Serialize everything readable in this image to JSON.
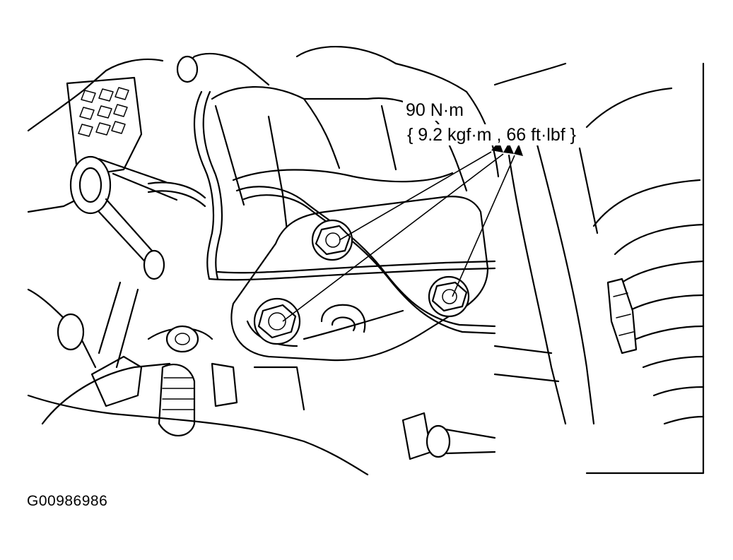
{
  "figure": {
    "id": "G00986986",
    "callout": {
      "torque_nm": "90 N·m",
      "torque_alt": "{ 9.2 kgf·m , 66 ft·lbf }"
    }
  },
  "colors": {
    "line": "#000000",
    "background": "#ffffff"
  },
  "icons": [
    "bolt-icon",
    "leader-arrow-icon"
  ]
}
